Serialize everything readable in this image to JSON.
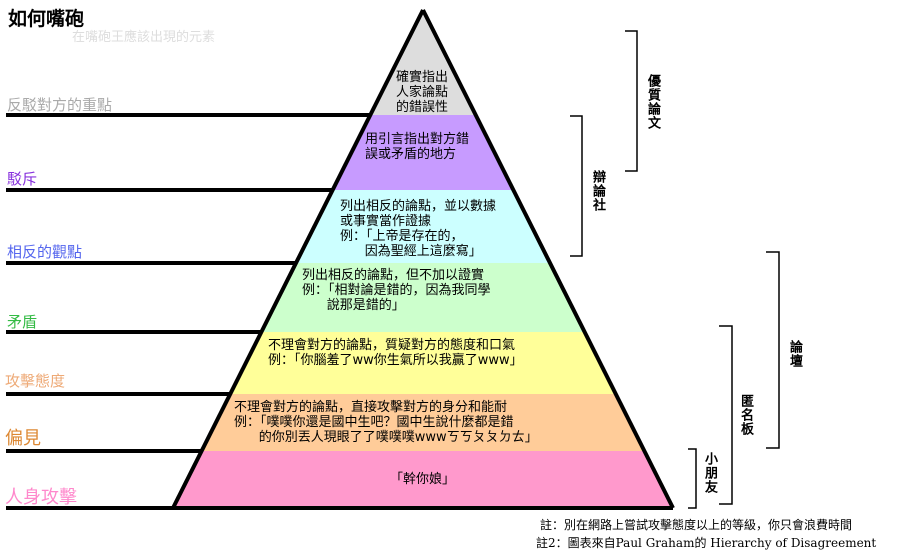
{
  "title": "如何嘴砲",
  "subtitle": "在嘴砲王應該出現的元素",
  "levels": [
    {
      "label": "反駁對方的重點",
      "text": "確實指出\n人家論點\n的錯誤性",
      "color": "#dddddd",
      "label_color": "#aaaaaa"
    },
    {
      "label": "駁斥",
      "text": "用引言指出對方錯\n誤或矛盾的地方",
      "color": "#c79bff",
      "label_color": "#8833dd"
    },
    {
      "label": "相反的觀點",
      "text": "列出相反的論點，並以數據\n或事實當作證據\n例：「上帝是存在的，\n      因為聖經上這麼寫」",
      "color": "#ccffff",
      "label_color": "#5566ee"
    },
    {
      "label": "矛盾",
      "text": "列出相反的論點，但不加以證實\n例：「相對論是錯的，因為我同學\n      說那是錯的」",
      "color": "#ccffcc",
      "label_color": "#33bb44"
    },
    {
      "label": "攻擊態度",
      "text": "不理會對方的論點，質疑對方的態度和口氣\n例：「你腦羞了ww你生氣所以我贏了www」",
      "color": "#ffff99",
      "label_color": "#eeaa77"
    },
    {
      "label": "偏見",
      "text": "不理會對方的論點，直接攻擊對方的身分和能耐\n例：「噗噗你還是國中生吧？國中生說什麼都是錯\n      的你別丟人現眼了了噗噗噗wwwㄎㄎㄆㄆㄉㄊ」",
      "color": "#ffcc99",
      "label_color": "#dd8833"
    },
    {
      "label": "人身攻擊",
      "text": "「幹你娘」",
      "color": "#ff99cc",
      "label_color": "#ff88cc"
    }
  ],
  "brackets": {
    "quality_paper": "優質論文",
    "debate_club": "辯論社",
    "forum": "論壇",
    "anon_board": "匿名板",
    "kids": "小朋友"
  },
  "notes": {
    "note1": "註：別在網路上嘗試攻擊態度以上的等級，你只會浪費時間",
    "note2": "註2：圖表來自Paul Graham的 Hierarchy of Disagreement"
  }
}
